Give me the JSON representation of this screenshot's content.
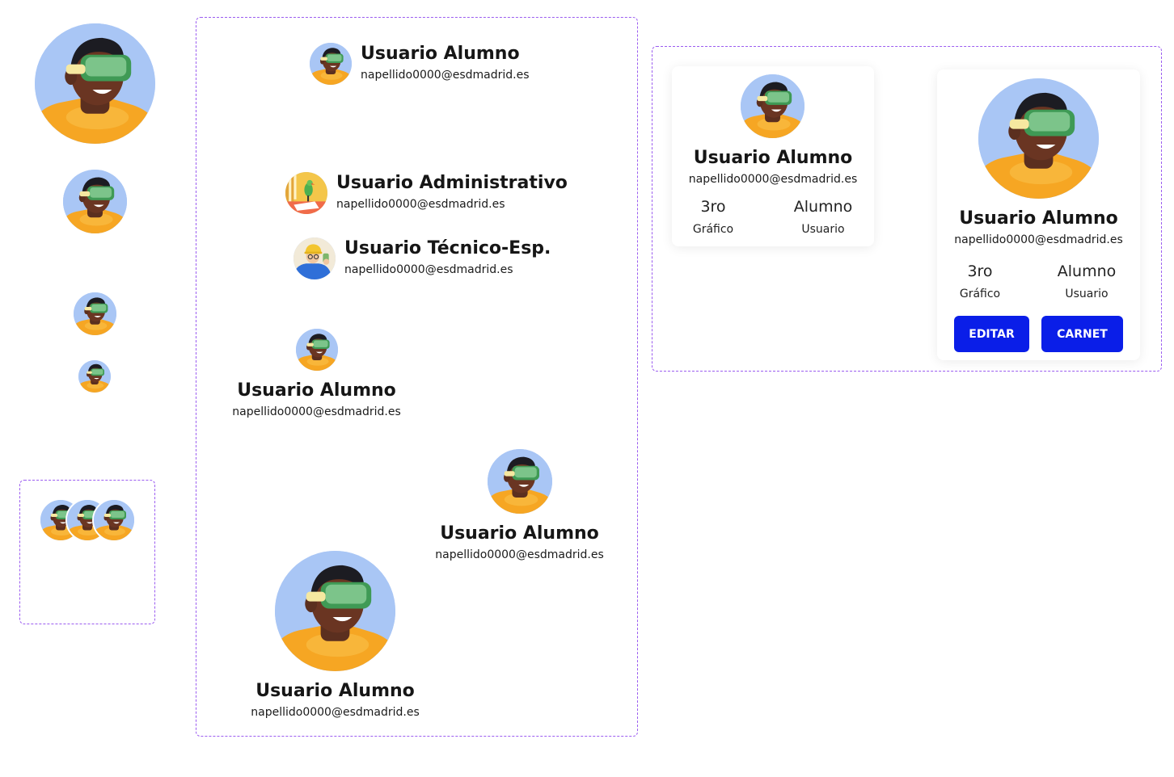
{
  "users": {
    "student": {
      "name": "Usuario Alumno",
      "email": "napellido0000@esdmadrid.es"
    },
    "admin": {
      "name": "Usuario Administrativo",
      "email": "napellido0000@esdmadrid.es"
    },
    "tech": {
      "name": "Usuario Técnico-Esp.",
      "email": "napellido0000@esdmadrid.es"
    }
  },
  "profile_card": {
    "year": "3ro",
    "specialty": "Gráfico",
    "role": "Alumno",
    "type": "Usuario",
    "edit_label": "EDITAR",
    "carnet_label": "CARNET"
  },
  "colors": {
    "accent": "#0a1ee8",
    "frame_border": "#9b5cf0",
    "avatar_bg": "#a9c6f5"
  }
}
